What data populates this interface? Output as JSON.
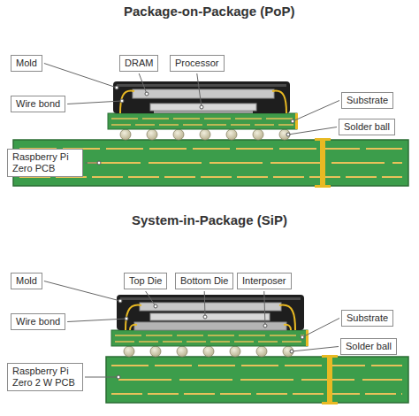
{
  "diagram": {
    "title": "Package-on-Package (PoP)",
    "labels": [
      "System-in-Package (SiP)",
      "Mold",
      "DRAM",
      "Processor",
      "Substrate",
      "Wire bond",
      "Solder ball",
      "Raspberry Pi Zero PCB",
      "Mold",
      "Top Die",
      "Bottom Die",
      "Interposer",
      "Substrate",
      "Wire bond",
      "Solder ball",
      "Raspberry Pi Zero 2 W PCB"
    ]
  }
}
